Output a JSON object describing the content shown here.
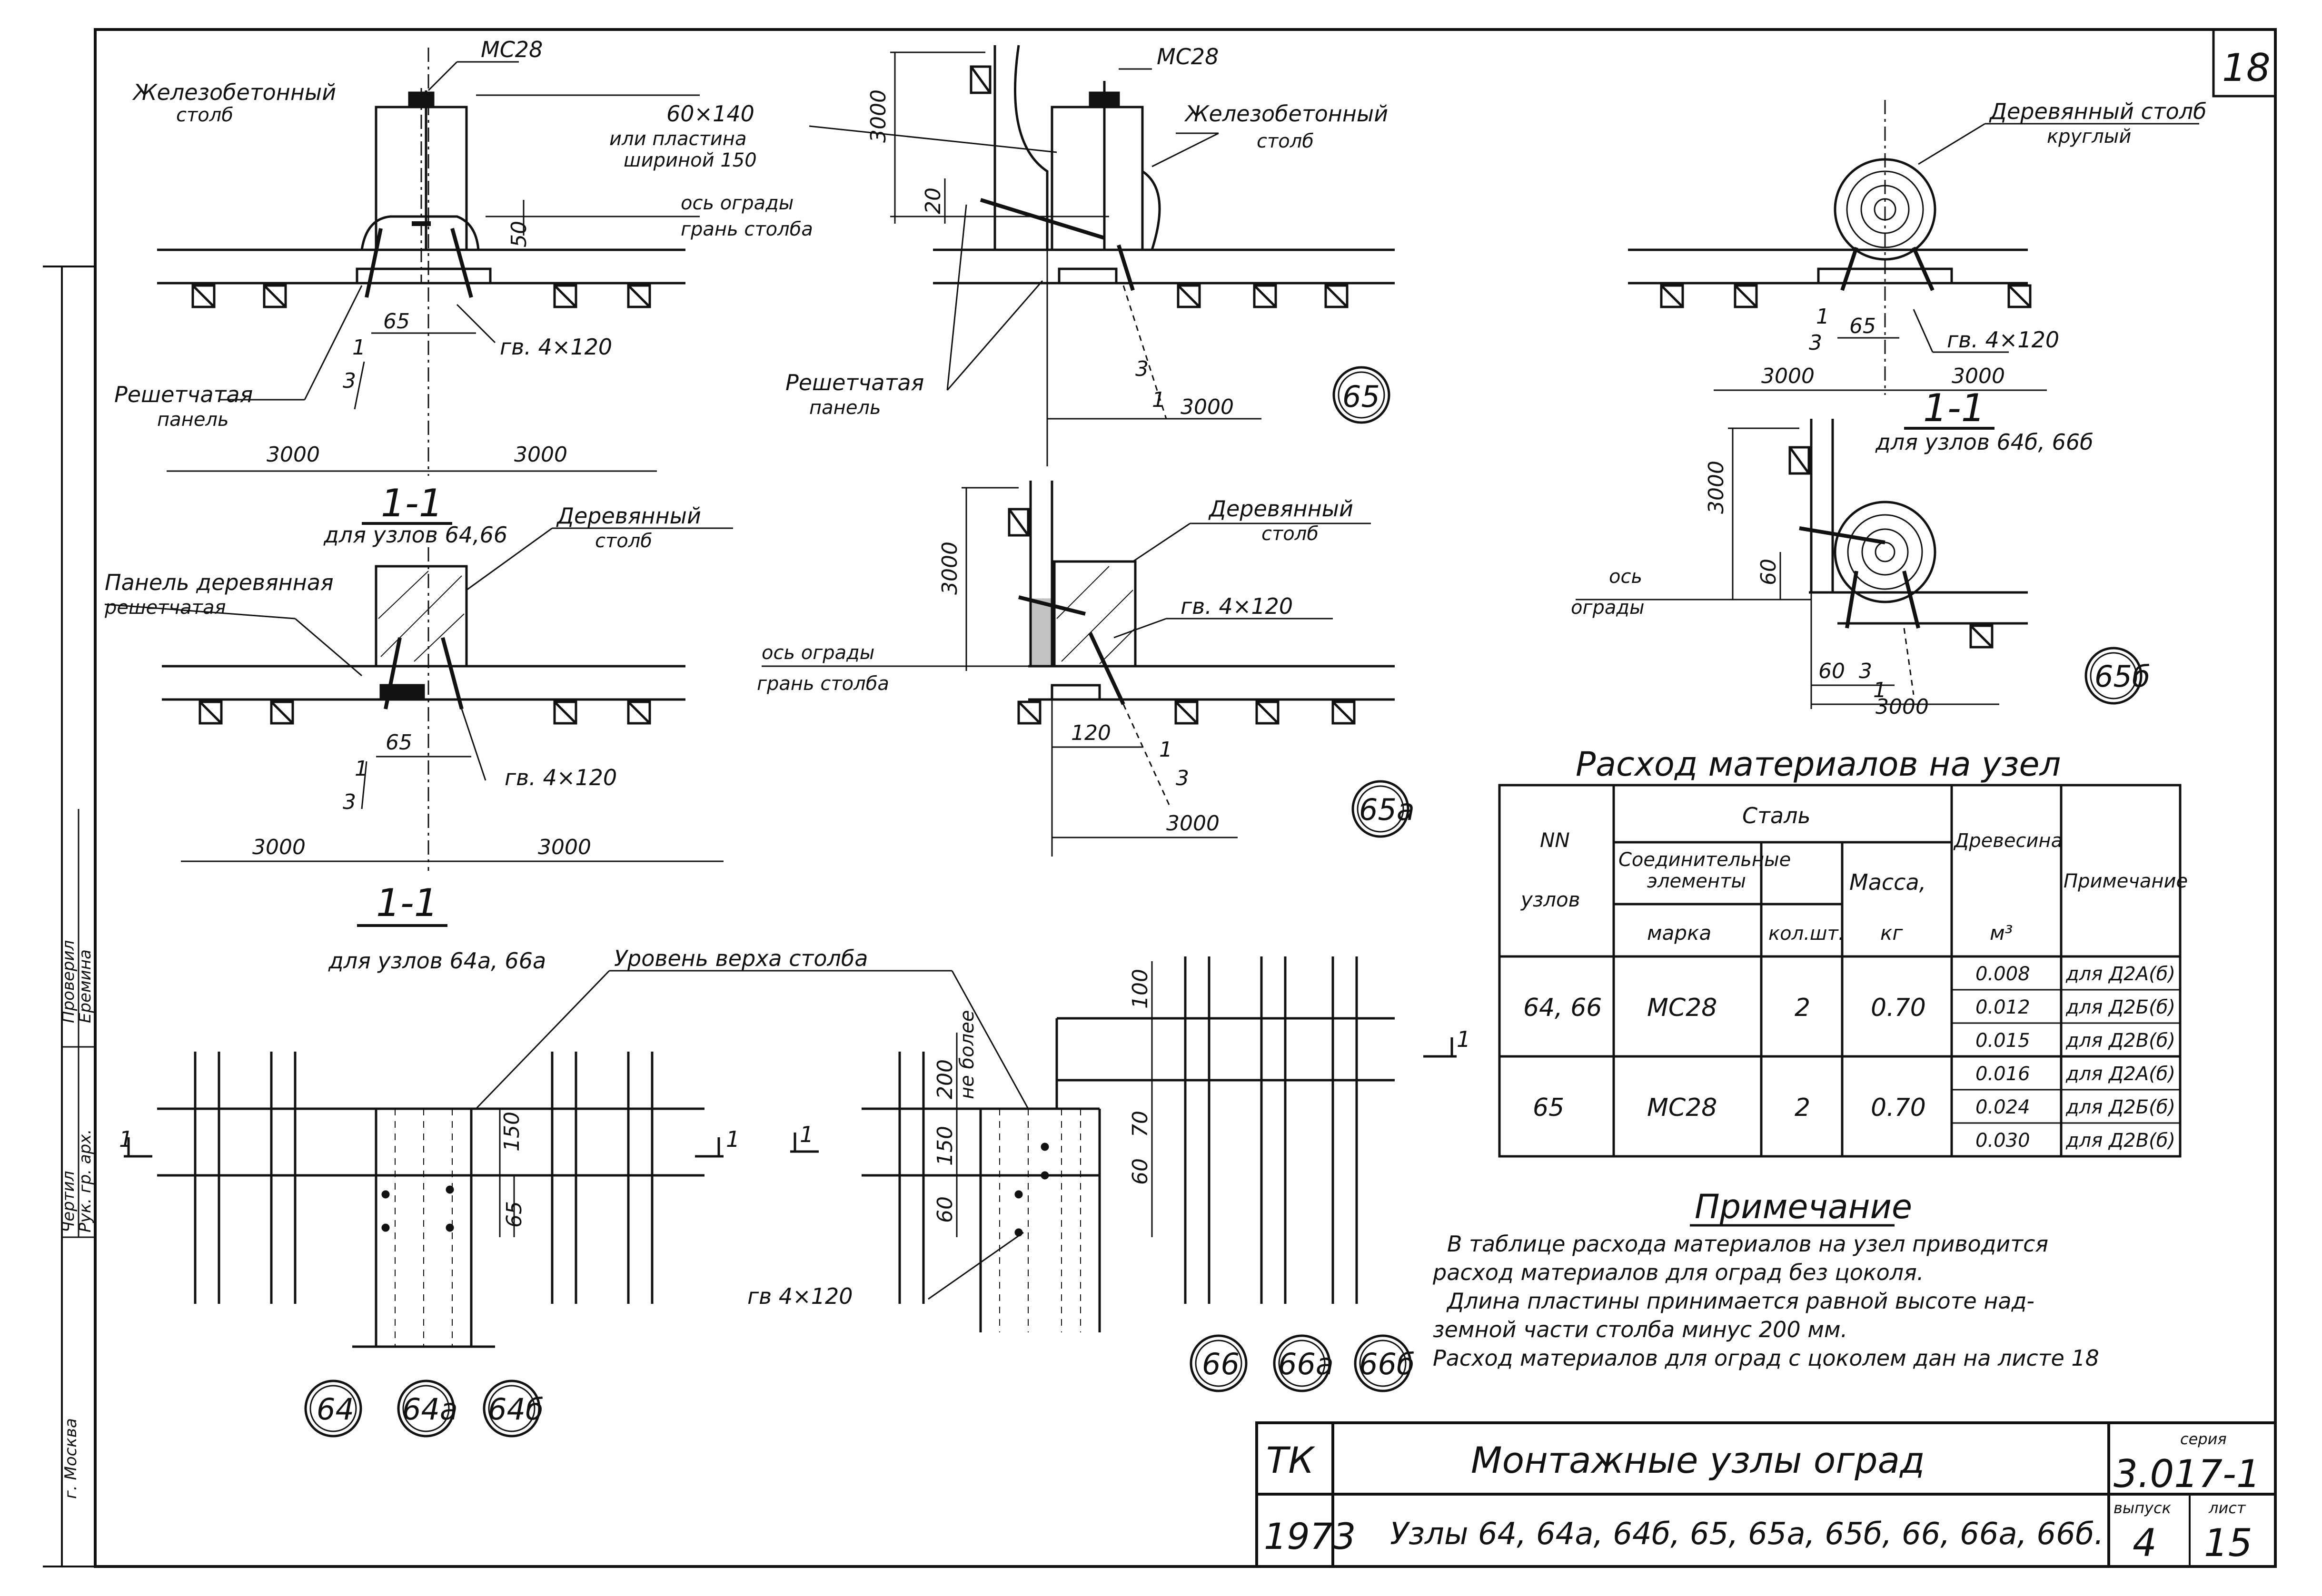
{
  "sheet_number": "18",
  "top_left_detail": {
    "mc": "МС28",
    "concrete_post": [
      "Железобетонный",
      "столб"
    ],
    "plate": [
      "60×140",
      "или пластина",
      "шириной 150"
    ],
    "axis": [
      "ось ограды",
      "грань столба"
    ],
    "dim_50": "50",
    "dim_65": "65",
    "nail": "гв. 4×120",
    "lattice_panel": [
      "Решетчатая",
      "панель"
    ],
    "slope_1": "1",
    "slope_3": "3",
    "span_left": "3000",
    "span_right": "3000"
  },
  "top_mid_detail": {
    "mc": "МС28",
    "concrete_post": [
      "Железобетонный",
      "столб"
    ],
    "dim_3000_v": "3000",
    "dim_20": "20",
    "lattice_panel": [
      "Решетчатая",
      "панель"
    ],
    "slope_1": "1",
    "slope_3": "3",
    "span": "3000",
    "node": "65"
  },
  "top_right_detail": {
    "round_post": [
      "Деревянный столб",
      "круглый"
    ],
    "slope_1": "1",
    "slope_3": "3",
    "dim_65": "65",
    "nail": "гв. 4×120",
    "span_left": "3000",
    "span_right": "3000"
  },
  "section_64_66": {
    "mark": "1-1",
    "caption": "для узлов 64,66"
  },
  "section_64b_66b": {
    "mark": "1-1",
    "caption": "для узлов 64б, 66б"
  },
  "section_64a_66a": {
    "mark": "1-1",
    "caption": "для узлов 64а, 66а"
  },
  "mid_left_detail": {
    "wood_post": [
      "Деревянный",
      "столб"
    ],
    "panel": [
      "Панель деревянная",
      "решетчатая"
    ],
    "dim_65": "65",
    "nail": "гв. 4×120",
    "slope_1": "1",
    "slope_3": "3",
    "span_left": "3000",
    "span_right": "3000"
  },
  "mid_center_detail": {
    "wood_post": [
      "Деревянный",
      "столб"
    ],
    "dim_3000_v": "3000",
    "nail": "гв. 4×120",
    "axis": [
      "ось ограды",
      "грань столба"
    ],
    "dim_120": "120",
    "slope_1": "1",
    "slope_3": "3",
    "span": "3000",
    "node": "65а"
  },
  "mid_right_detail": {
    "dim_3000_v": "3000",
    "dim_60": "60",
    "axis": [
      "ось",
      "ограды"
    ],
    "dim_60b": "60",
    "slope_3": "3",
    "slope_1": "1",
    "span": "3000",
    "node": "65б"
  },
  "table": {
    "title": "Расход материалов на узел",
    "headers": {
      "nn": "NN",
      "nodes": "узлов",
      "steel": "Сталь",
      "joint": [
        "Соединительные",
        "элементы"
      ],
      "mark": "марка",
      "qty": "кол.шт.",
      "mass": [
        "Масса,",
        "кг"
      ],
      "wood": "Древесина",
      "wood_unit": "м³",
      "note": "Примечание"
    },
    "rows": [
      {
        "nodes": "64, 66",
        "mark": "МС28",
        "qty": "2",
        "mass": "0.70",
        "wood": [
          "0.008",
          "0.012",
          "0.015"
        ],
        "notes": [
          "для Д2А(б)",
          "для Д2Б(б)",
          "для Д2В(б)"
        ]
      },
      {
        "nodes": "65",
        "mark": "МС28",
        "qty": "2",
        "mass": "0.70",
        "wood": [
          "0.016",
          "0.024",
          "0.030"
        ],
        "notes": [
          "для Д2А(б)",
          "для Д2Б(б)",
          "для Д2В(б)"
        ]
      }
    ]
  },
  "note": {
    "title": "Примечание",
    "lines": [
      "В таблице расхода материалов на узел   приводится",
      "расход материалов для оград без цоколя.",
      "Длина пластины принимается равной высоте над-",
      "земной части столба минус 200 мм.",
      "Расход материалов для оград с цоколем дан на листе 18"
    ]
  },
  "bottom_left_elev": {
    "top_level": "Уровень верха столба",
    "cut_left": "1",
    "cut_right": "1",
    "dim_150": "150",
    "dim_65": "65",
    "nodes": [
      "64",
      "64а",
      "64б"
    ]
  },
  "bottom_mid_elev": {
    "cut": "1",
    "dim_200": "200",
    "not_more": "не более",
    "dim_150": "150",
    "dim_60": "60",
    "nail": "гв 4×120"
  },
  "bottom_right_elev": {
    "dim_100": "100",
    "dim_70": "70",
    "dim_60": "60",
    "cut": "1",
    "nodes": [
      "66",
      "66а",
      "66б"
    ]
  },
  "side_stamp": {
    "labels": [
      "Рук. гр. арх.",
      "Чертил",
      "Проверил",
      "Еремина",
      "г. Москва"
    ]
  },
  "title_block": {
    "org": "ТК",
    "year": "1973",
    "title": "Монтажные узлы оград",
    "subtitle": "Узлы 64, 64а, 64б, 65, 65а, 65б, 66, 66а, 66б.",
    "series_label": "серия",
    "series": "3.017-1",
    "issue_label": "выпуск",
    "issue": "4",
    "sheet_label": "лист",
    "sheet": "15"
  }
}
